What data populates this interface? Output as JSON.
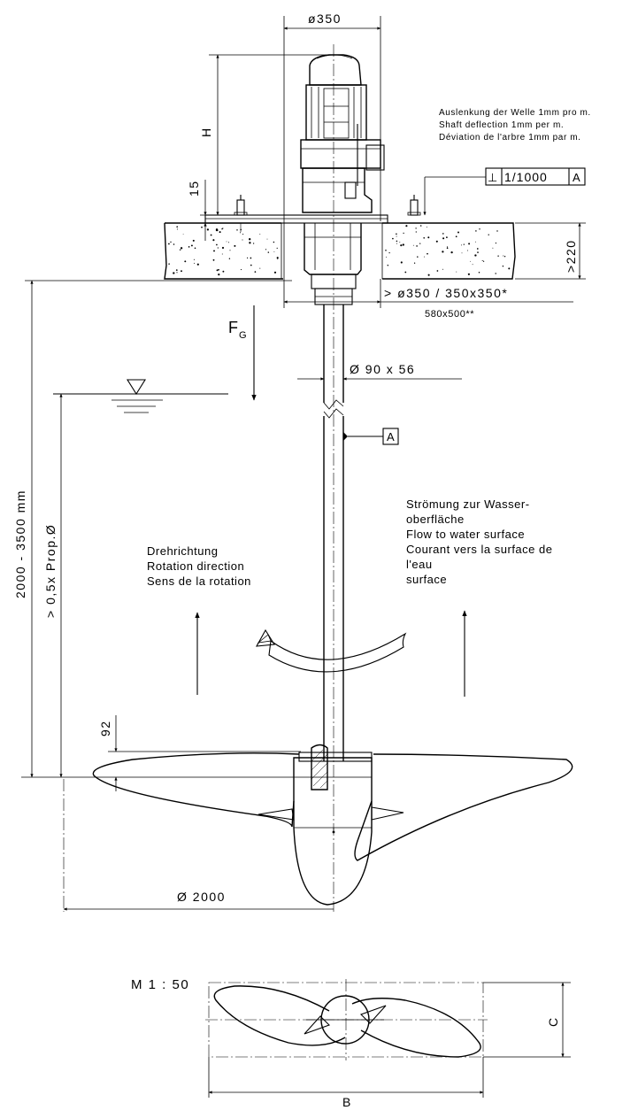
{
  "dimensions": {
    "motor_diameter": "ø350",
    "height": "H",
    "fifteen": "15",
    "slab_thickness": ">220",
    "opening": "> ø350 / 350x350*",
    "opening_alt": "580x500**",
    "shaft_diameter": "Ø 90 x 56",
    "immersion_range": "2000 - 3500 mm",
    "min_depth": "> 0,5x Prop.Ø",
    "ninety_two": "92",
    "propeller_diameter": "Ø 2000",
    "width_b": "B",
    "height_c": "C"
  },
  "notes": {
    "deflection_de": "Auslenkung der Welle 1mm pro m.",
    "deflection_en": "Shaft deflection 1mm per m.",
    "deflection_fr": "Déviation de l'arbre 1mm par m.",
    "tolerance": "1/1000",
    "datum": "A",
    "datum_ref": "A",
    "perp_symbol": "⊥"
  },
  "force": {
    "label": "F",
    "subscript": "G"
  },
  "rotation": {
    "line1": "Drehrichtung",
    "line2": "Rotation direction",
    "line3": "Sens de la rotation"
  },
  "flow": {
    "line1": "Strömung zur Wasser-",
    "line2": "oberfläche",
    "line3": "Flow to water surface",
    "line4": "Courant vers la surface de",
    "line5": "l'eau",
    "line6": "surface"
  },
  "scale": "M 1 : 50"
}
